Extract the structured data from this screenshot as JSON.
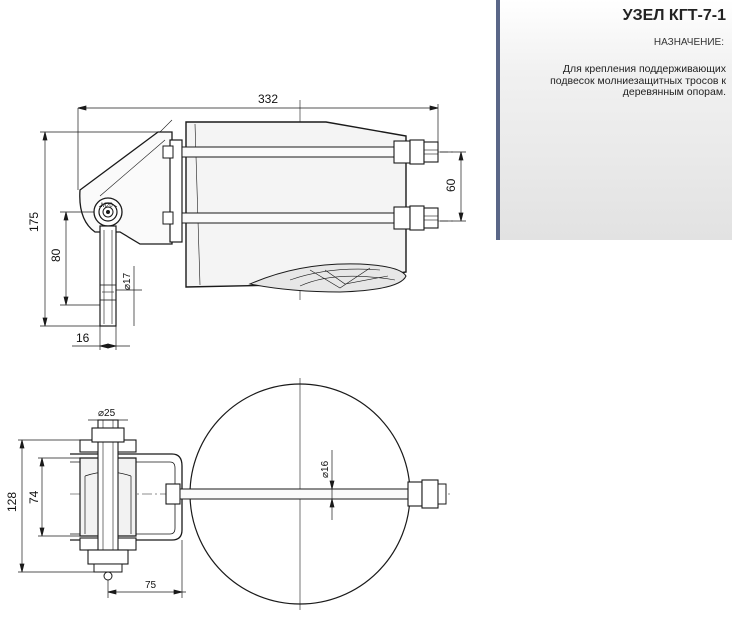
{
  "title": "УЗЕЛ КГТ-7-1",
  "purpose_label": "НАЗНАЧЕНИЕ:",
  "purpose_text": "Для крепления поддерживающих подвесок молниезащитных тросов к деревянным опорам.",
  "top_view": {
    "dim_length": "332",
    "dim_height": "175",
    "dim_spacing": "60",
    "dim_eye_height": "80",
    "dim_hole": "⌀17",
    "dim_thickness": "16",
    "nut_label": "M20"
  },
  "bottom_view": {
    "dim_rod": "⌀25",
    "dim_bolt": "⌀16",
    "dim_width": "128",
    "dim_inner": "74",
    "dim_offset": "75"
  },
  "colors": {
    "line": "#1a1a1a",
    "panel_border": "#5a6788",
    "part_fill": "#e9e9e9"
  }
}
